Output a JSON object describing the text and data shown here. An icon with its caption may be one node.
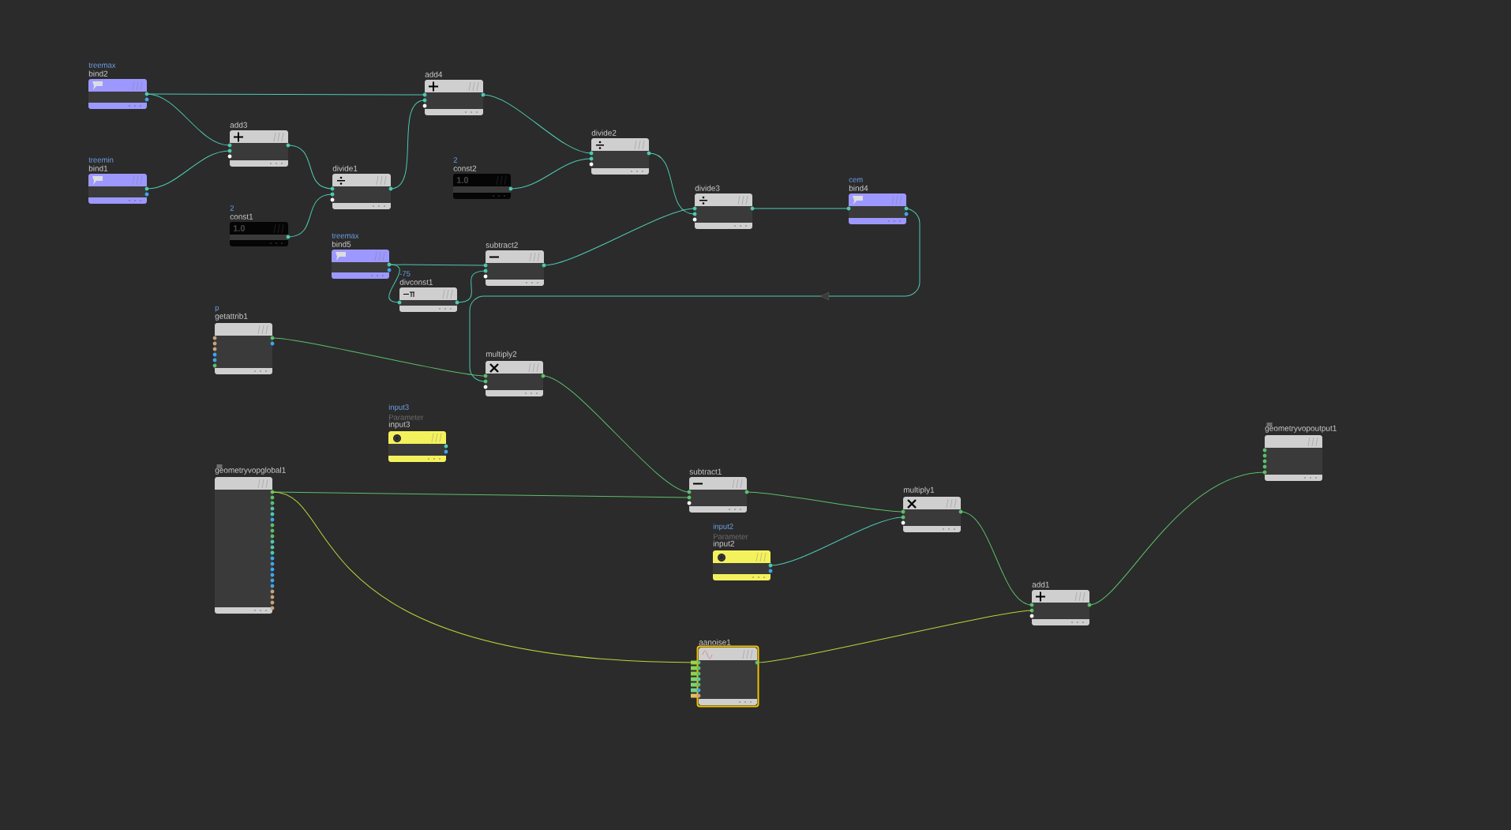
{
  "diagram": {
    "nodes": [
      {
        "text": [
          "treemax",
          "bind2"
        ]
      },
      {
        "text": [
          "add4"
        ]
      },
      {
        "text": [
          "add3"
        ]
      },
      {
        "text": [
          "treemin",
          "bind1"
        ]
      },
      {
        "text": [
          "divide2"
        ]
      },
      {
        "text": [
          "divide1"
        ]
      },
      {
        "text": [
          "2",
          "const2",
          "1.0"
        ]
      },
      {
        "text": [
          "divide3"
        ]
      },
      {
        "text": [
          "cem",
          "bind4"
        ]
      },
      {
        "text": [
          "2",
          "const1",
          "1.0"
        ]
      },
      {
        "text": [
          "treemax",
          "bind5"
        ]
      },
      {
        "text": [
          "subtract2"
        ]
      },
      {
        "text": [
          "-75",
          "divconst1"
        ]
      },
      {
        "text": [
          "p",
          "getattrib1"
        ]
      },
      {
        "text": [
          "multiply2"
        ]
      },
      {
        "text": [
          "input3",
          "Parameter",
          "input3"
        ]
      },
      {
        "text": [
          "geometryvopoutput1"
        ]
      },
      {
        "text": [
          "geometryvopglobal1"
        ]
      },
      {
        "text": [
          "subtract1"
        ]
      },
      {
        "text": [
          "multiply1"
        ]
      },
      {
        "text": [
          "input2",
          "Parameter",
          "input2"
        ]
      },
      {
        "text": [
          "add1"
        ]
      },
      {
        "text": [
          "aanoise1"
        ]
      }
    ],
    "edges": [
      {
        "from": 0,
        "to": 1,
        "arrow": "none"
      },
      {
        "from": 0,
        "to": 2,
        "arrow": "none"
      },
      {
        "from": 3,
        "to": 2,
        "arrow": "none"
      },
      {
        "from": 2,
        "to": 5,
        "arrow": "none"
      },
      {
        "from": 9,
        "to": 5,
        "arrow": "none"
      },
      {
        "from": 5,
        "to": 1,
        "arrow": "none"
      },
      {
        "from": 1,
        "to": 4,
        "arrow": "none"
      },
      {
        "from": 6,
        "to": 4,
        "arrow": "none"
      },
      {
        "from": 4,
        "to": 7,
        "arrow": "none"
      },
      {
        "from": 11,
        "to": 7,
        "arrow": "none"
      },
      {
        "from": 7,
        "to": 8,
        "arrow": "none"
      },
      {
        "from": 10,
        "to": 11,
        "arrow": "none"
      },
      {
        "from": 10,
        "to": 12,
        "arrow": "none"
      },
      {
        "from": 12,
        "to": 11,
        "arrow": "none"
      },
      {
        "from": 8,
        "to": 14,
        "arrow": "to"
      },
      {
        "from": 13,
        "to": 14,
        "arrow": "none",
        "color": "#5cbf6c"
      },
      {
        "from": 14,
        "to": 18,
        "arrow": "none",
        "color": "#5cbf6c"
      },
      {
        "from": 17,
        "to": 18,
        "arrow": "none",
        "color": "#5cbf6c"
      },
      {
        "from": 17,
        "to": 22,
        "arrow": "none",
        "color": "#b5d83a"
      },
      {
        "from": 18,
        "to": 19,
        "arrow": "none",
        "color": "#5cbf6c"
      },
      {
        "from": 20,
        "to": 19,
        "arrow": "none"
      },
      {
        "from": 19,
        "to": 21,
        "arrow": "none",
        "color": "#5cbf6c"
      },
      {
        "from": 22,
        "to": 21,
        "arrow": "none",
        "color": "#b5d83a"
      },
      {
        "from": 21,
        "to": 16,
        "arrow": "none",
        "color": "#5cbf6c"
      }
    ]
  }
}
